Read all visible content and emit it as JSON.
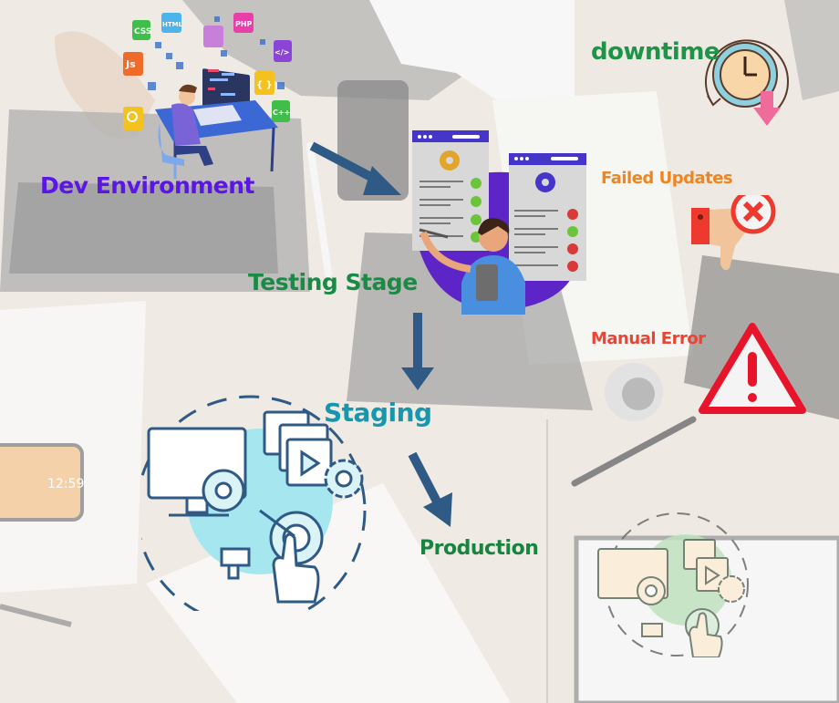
{
  "title": "Deployment pipeline: Dev Environment to Production",
  "colors": {
    "background": "#ebe6df",
    "arrow": "#2f5a86",
    "dev_label": "#5b16e6",
    "testing_label": "#1a8a45",
    "staging_label": "#1597ad",
    "production_label": "#17843f",
    "downtime_label": "#1d9447",
    "failed_label": "#f0851f",
    "manual_error_label": "#ee4333"
  },
  "pipeline": {
    "stages": [
      {
        "label": "Dev Environment",
        "icon": "developer-at-desk-icon"
      },
      {
        "label": "Testing Stage",
        "icon": "test-checklist-icon"
      },
      {
        "label": "Staging",
        "icon": "digital-marketing-cycle-icon"
      },
      {
        "label": "Production",
        "icon": "digital-marketing-cycle-green-icon"
      }
    ],
    "arrows": [
      "dev-to-testing",
      "testing-to-staging",
      "staging-to-production"
    ]
  },
  "risks": [
    {
      "label": "downtime",
      "icon": "clock-down-arrow-icon"
    },
    {
      "label": "Failed Updates",
      "icon": "thumbs-down-x-icon"
    },
    {
      "label": "Manual Error",
      "icon": "warning-triangle-icon"
    }
  ],
  "dev_icons": [
    "CSS",
    "HTML",
    "PHP",
    "Js",
    "{ }",
    "C++",
    "</>"
  ],
  "phone_time": "12:59"
}
